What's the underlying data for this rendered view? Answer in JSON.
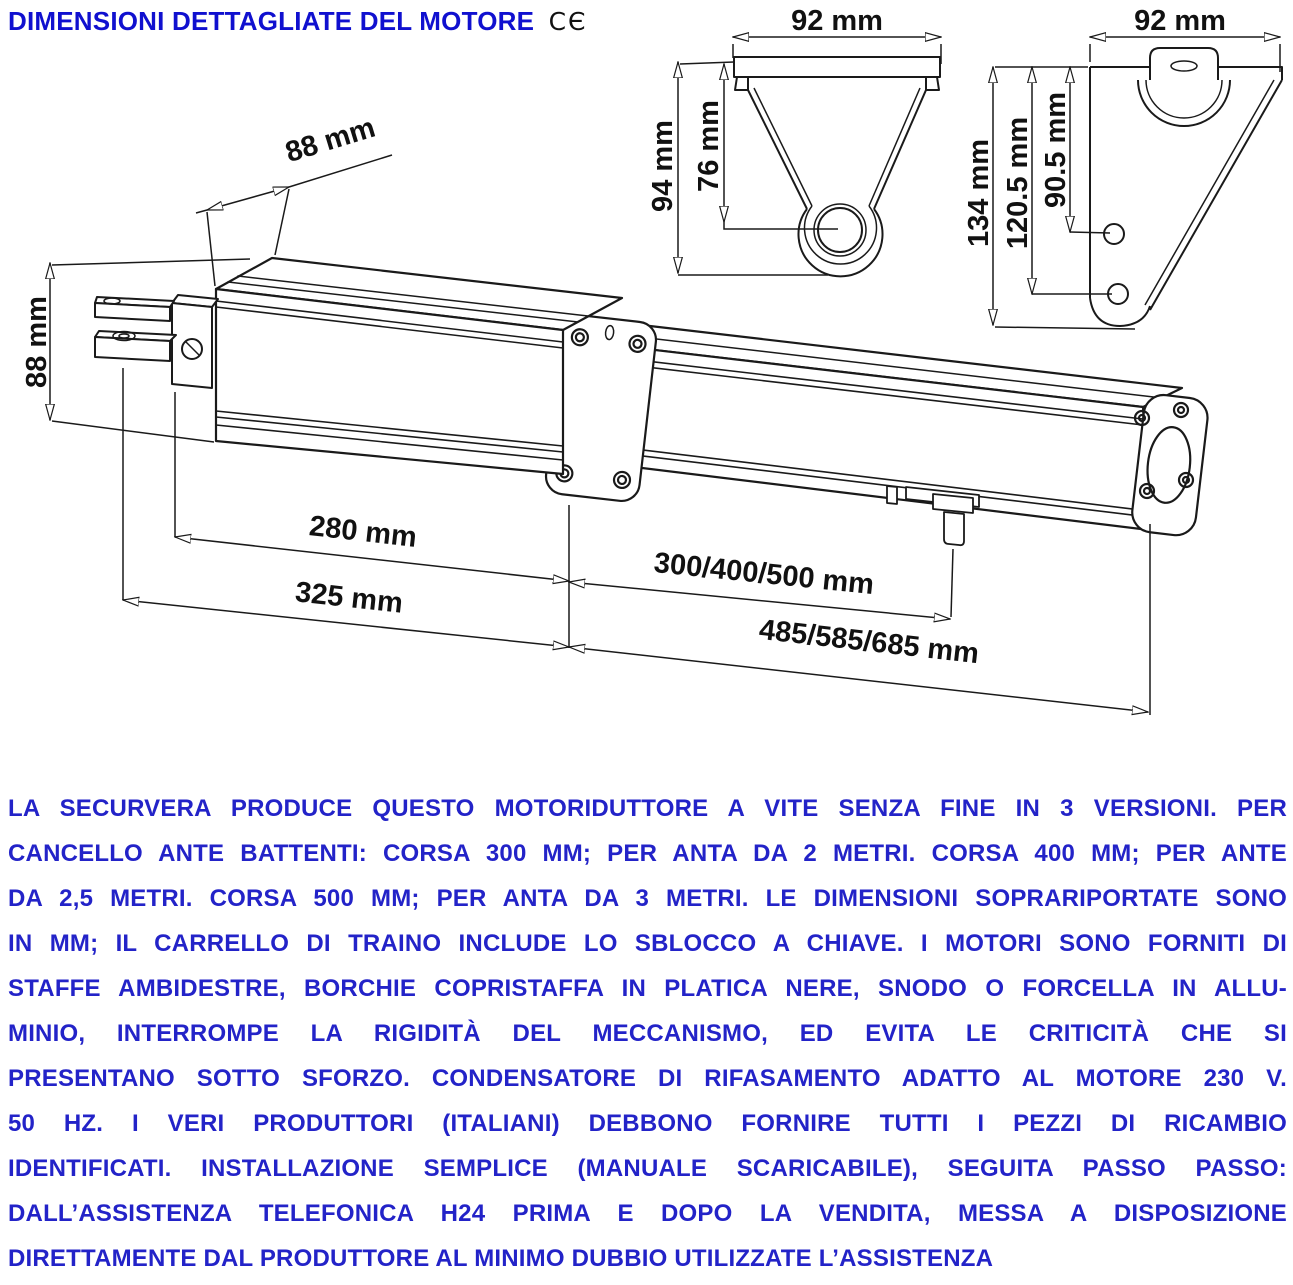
{
  "header": {
    "title": "DIMENSIONI DETTAGLIATE DEL MOTORE",
    "ce_mark": "CЄ"
  },
  "colors": {
    "title_blue": "#1010cf",
    "body_blue": "#2323c8",
    "line_black": "#1a1a1a"
  },
  "drawing": {
    "motor_top_width": "88 mm",
    "motor_height": "88 mm",
    "gearbox_length": "280 mm",
    "overall_rear_length": "325 mm",
    "stroke_options": "300/400/500 mm",
    "rail_length_options": "485/585/685 mm",
    "front_bracket": {
      "width": "92 mm",
      "total_height": "94 mm",
      "hole_center_height": "76 mm"
    },
    "rear_bracket": {
      "width": "92 mm",
      "total_height": "134 mm",
      "lower_hole_height": "120.5 mm",
      "upper_hole_height": "90.5 mm"
    }
  },
  "paragraph": {
    "lines": [
      "LA SECURVERA PRODUCE QUESTO MOTORIDUTTORE A VITE SENZA FINE IN 3 VERSIONI. PER",
      "CANCELLO ANTE BATTENTI: CORSA 300 MM; PER ANTA DA 2 METRI. CORSA 400 MM; PER ANTE",
      "DA 2,5 METRI. CORSA 500 MM; PER ANTA DA 3 METRI. LE DIMENSIONI SOPRARIPORTATE SONO",
      "IN MM; IL CARRELLO DI TRAINO INCLUDE LO SBLOCCO A CHIAVE. I MOTORI SONO FORNITI DI",
      "STAFFE AMBIDESTRE, BORCHIE COPRISTAFFA IN PLATICA NERE, SNODO O FORCELLA IN ALLU-",
      "MINIO, INTERROMPE LA RIGIDITÀ DEL MECCANISMO, ED EVITA LE CRITICITÀ CHE SI",
      "PRESENTANO SOTTO SFORZO. CONDENSATORE DI RIFASAMENTO ADATTO AL MOTORE 230 V.",
      "50 HZ. I VERI PRODUTTORI (ITALIANI) DEBBONO FORNIRE TUTTI I PEZZI DI RICAMBIO",
      "IDENTIFICATI. INSTALLAZIONE SEMPLICE (MANUALE SCARICABILE), SEGUITA PASSO PASSO:",
      "DALL’ASSISTENZA TELEFONICA H24 PRIMA E DOPO LA VENDITA, MESSA A DISPOSIZIONE",
      "DIRETTAMENTE DAL PRODUTTORE AL MINIMO DUBBIO UTILIZZATE L’ASSISTENZA"
    ]
  }
}
